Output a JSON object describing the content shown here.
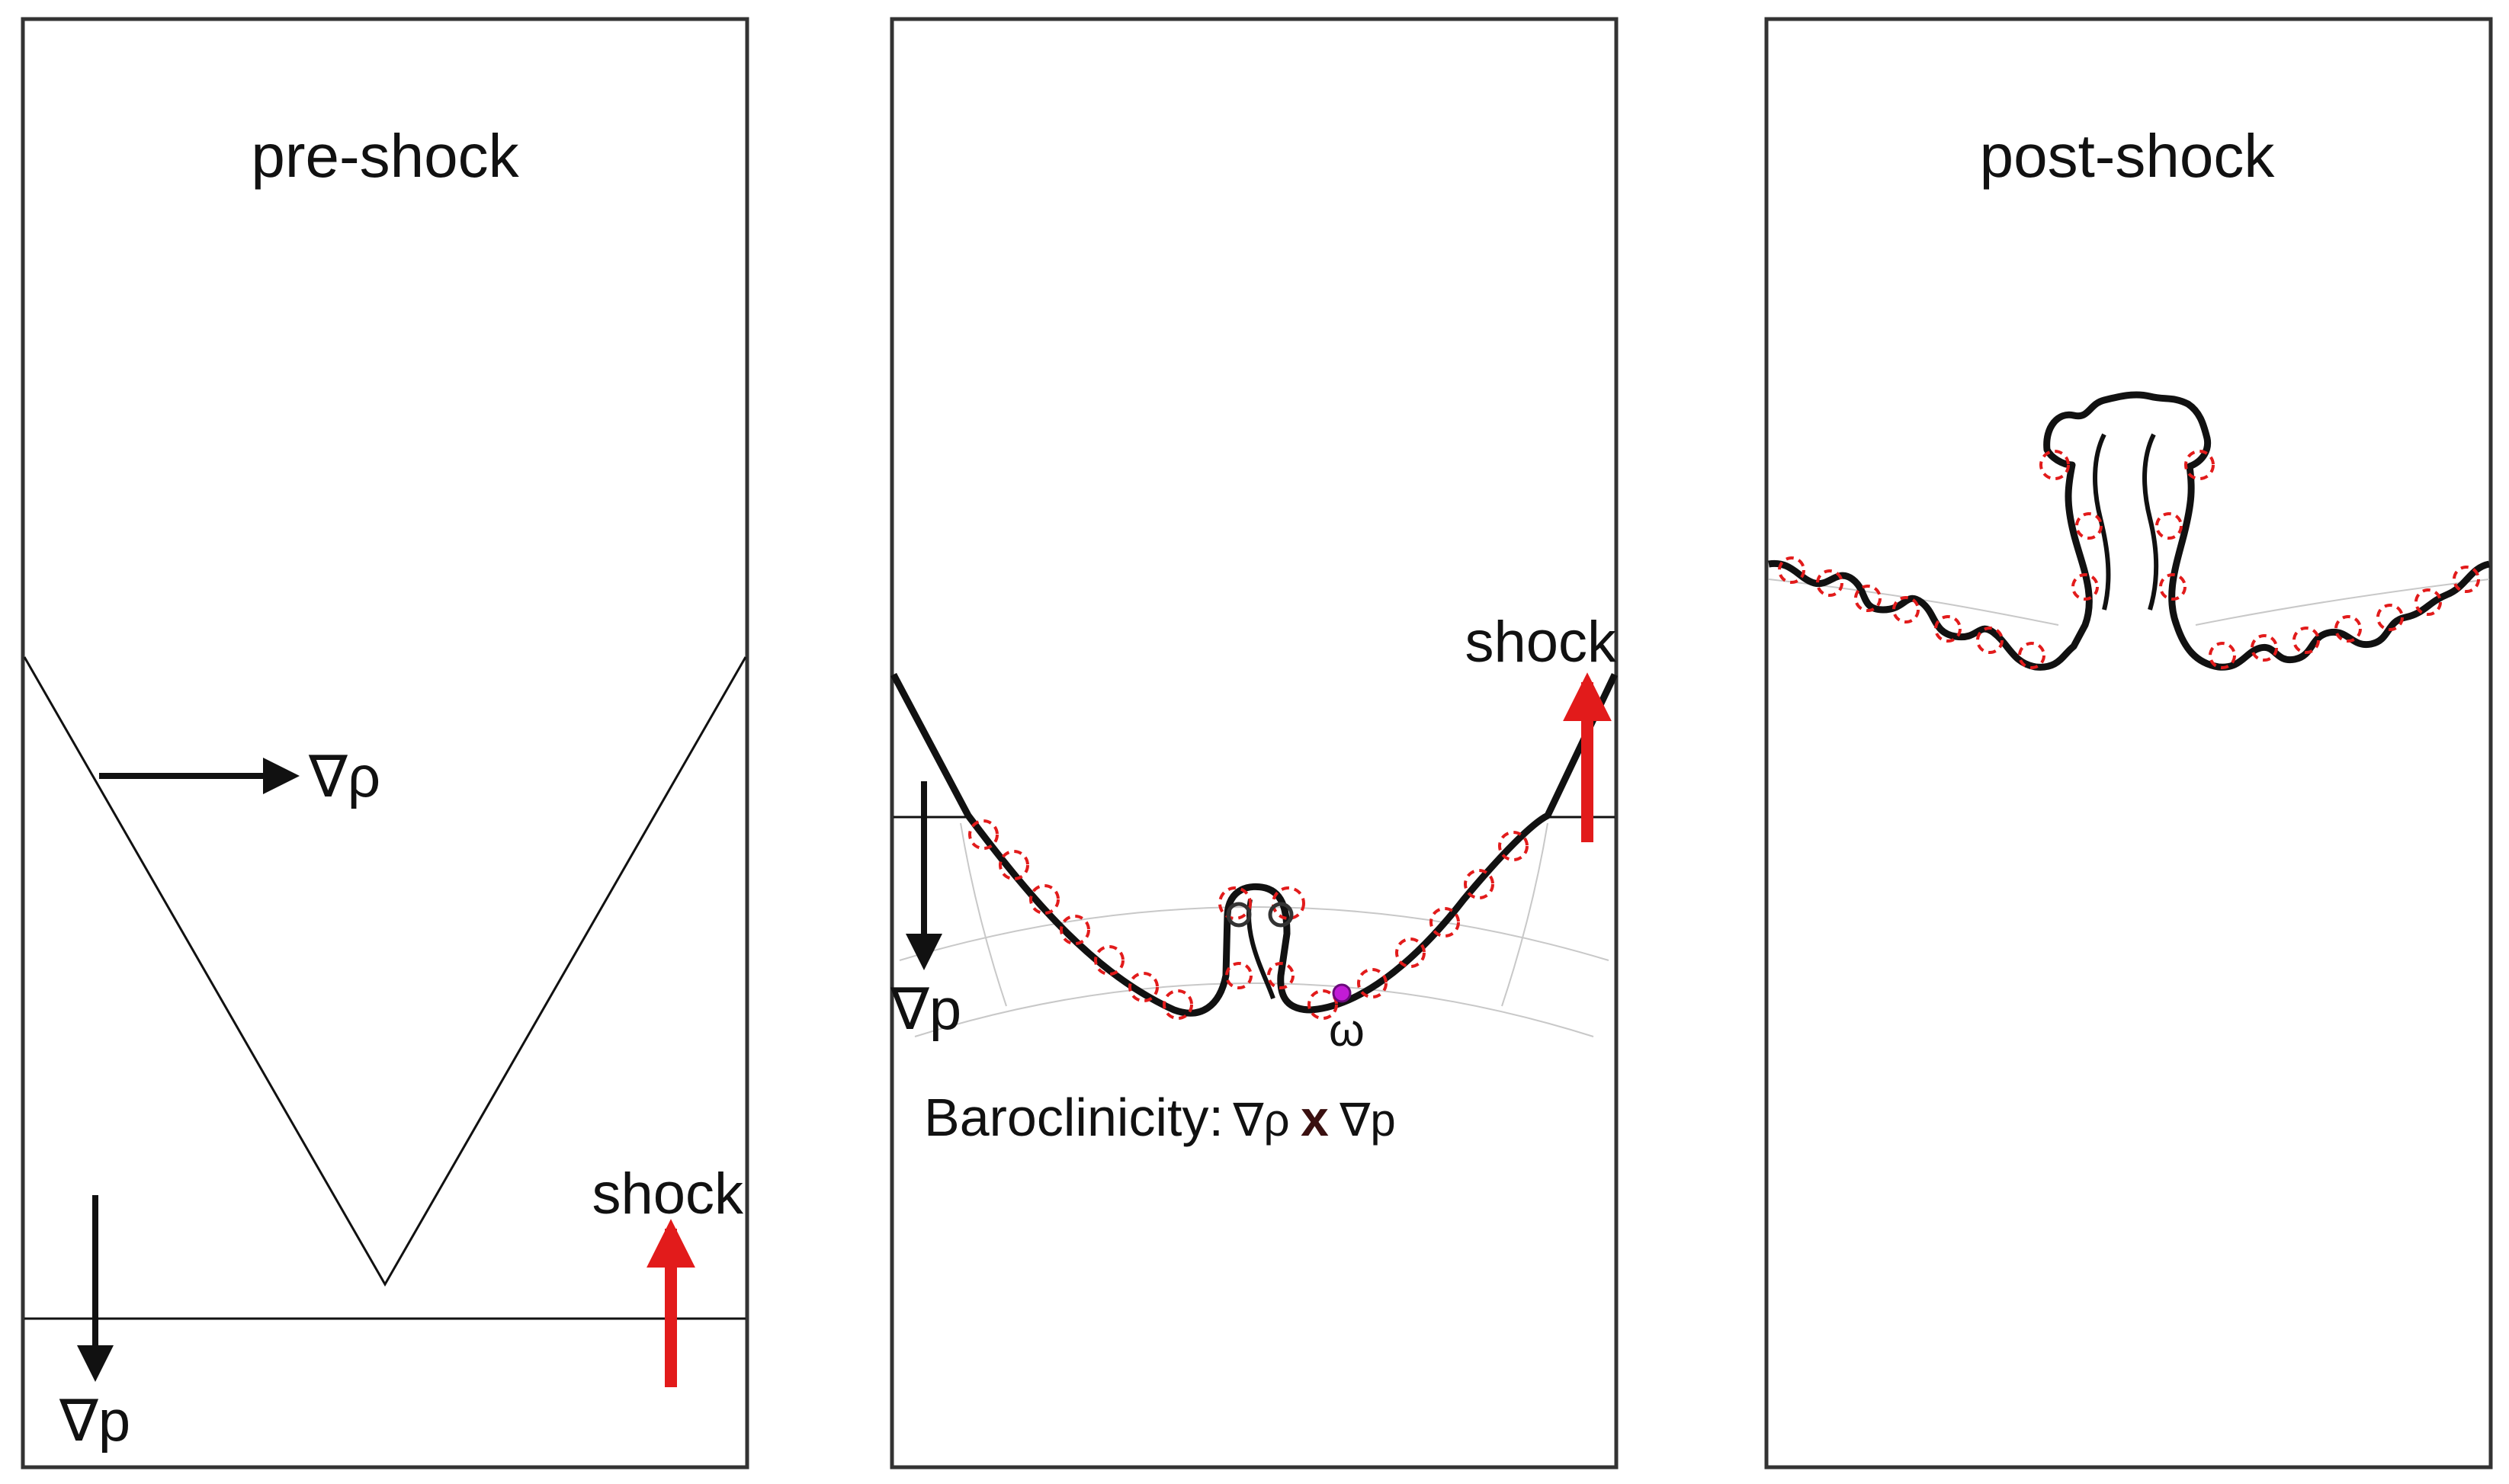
{
  "panels": [
    {
      "title": "pre-shock",
      "labels": {
        "density_gradient": "∇ρ",
        "pressure_gradient": "∇p",
        "shock": "shock"
      }
    },
    {
      "title": "",
      "labels": {
        "pressure_gradient": "∇p",
        "shock": "shock",
        "vorticity": "ω",
        "baroclinicity_label": "Baroclinicity:",
        "baroclinicity_rho": "∇ρ",
        "baroclinicity_cross": "x",
        "baroclinicity_p": "∇p"
      }
    },
    {
      "title": "post-shock"
    }
  ],
  "colors": {
    "shock_arrow": "#e21b1b",
    "vortex": "#e21b1b",
    "vorticity_dot": "#c21bd6",
    "interface": "#111111"
  }
}
